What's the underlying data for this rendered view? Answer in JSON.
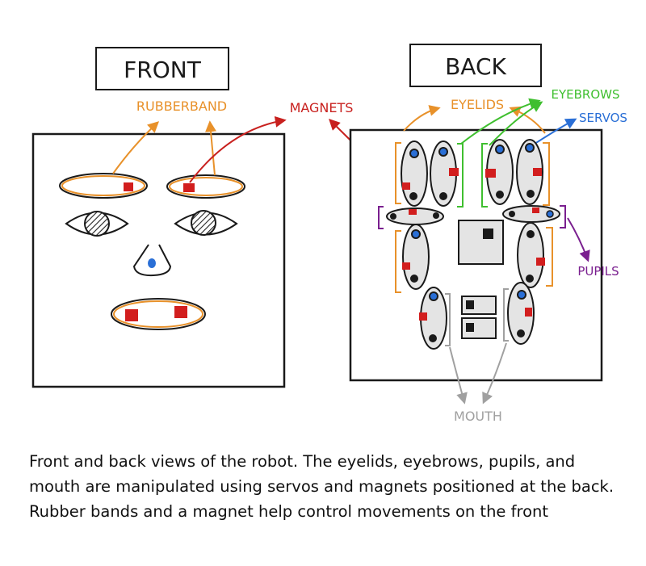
{
  "titles": {
    "front": "FRONT",
    "back": "BACK"
  },
  "labels": {
    "rubberband": "RUBBERBAND",
    "magnets": "MAGNETS",
    "eyelids": "EYELIDS",
    "eyebrows": "EYEBROWS",
    "servos": "SERVOS",
    "pupils": "PUPILS",
    "mouth": "MOUTH"
  },
  "caption": "Front and back views of the robot. The eyelids, eyebrows, pupils, and mouth are manipulated using servos and magnets positioned at the back. Rubber bands and a magnet help control movements on the front",
  "colors": {
    "rubberband": "#e8912a",
    "magnet": "#d21e1e",
    "magnets_label": "#c8201e",
    "eyebrows": "#3fbf2f",
    "servos": "#2a6fd6",
    "pupils": "#7a1f8f",
    "mouth": "#a0a0a0",
    "servo_body": "#e4e4e4",
    "ink": "#1a1a1a"
  }
}
